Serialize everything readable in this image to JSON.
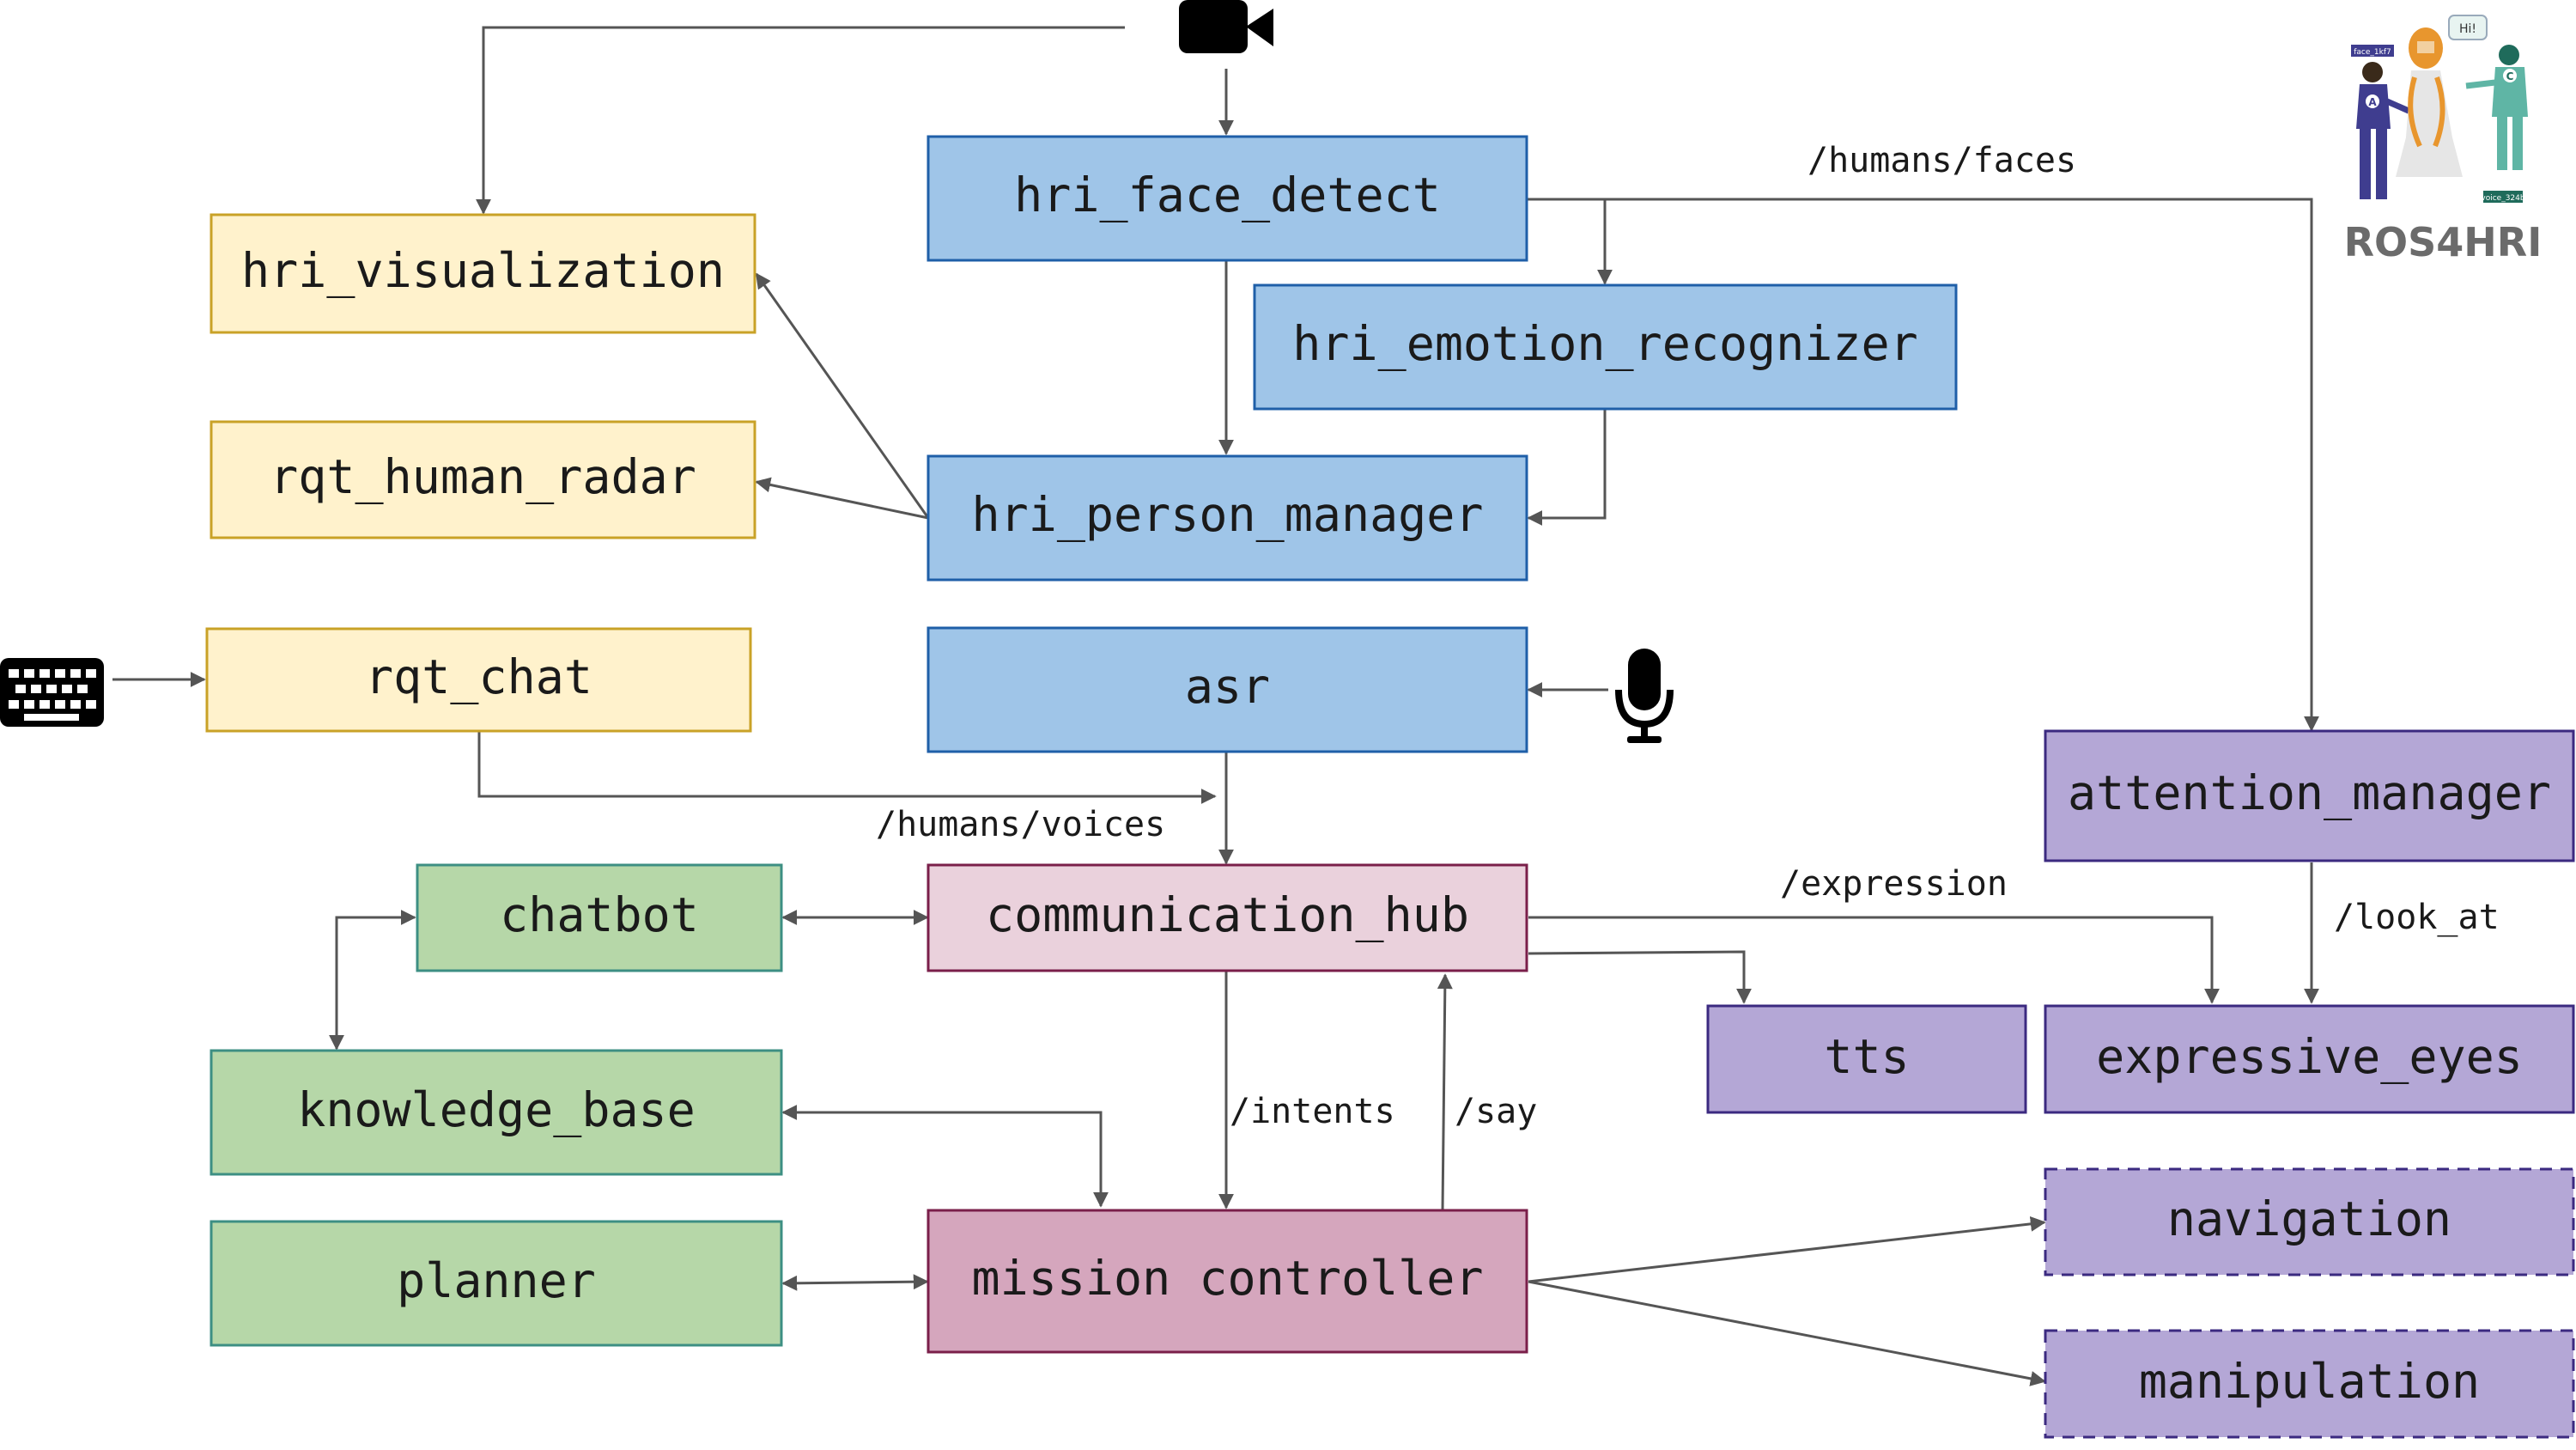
{
  "colors": {
    "perception_fill": "#9fc5e8",
    "perception_stroke": "#1f5fa8",
    "ui_fill": "#fff2cc",
    "ui_stroke": "#c9a227",
    "knowledge_fill": "#b6d7a8",
    "knowledge_stroke": "#3d8f83",
    "hub_fill": "#ead1dc",
    "hub_stroke": "#7a1f4a",
    "mission_fill": "#d5a6bd",
    "mission_stroke": "#7a1f4a",
    "action_fill": "#b4a7d6",
    "action_stroke": "#3b2a80",
    "edge": "#555555"
  },
  "nodes": {
    "hri_face_detect": "hri_face_detect",
    "hri_visualization": "hri_visualization",
    "hri_emotion_recognizer": "hri_emotion_recognizer",
    "rqt_human_radar": "rqt_human_radar",
    "hri_person_manager": "hri_person_manager",
    "rqt_chat": "rqt_chat",
    "asr": "asr",
    "attention_manager": "attention_manager",
    "chatbot": "chatbot",
    "communication_hub": "communication_hub",
    "knowledge_base": "knowledge_base",
    "tts": "tts",
    "expressive_eyes": "expressive_eyes",
    "planner": "planner",
    "mission_controller": "mission controller",
    "navigation": "navigation",
    "manipulation": "manipulation"
  },
  "edge_labels": {
    "humans_faces": "/humans/faces",
    "humans_voices": "/humans/voices",
    "expression": "/expression",
    "look_at": "/look_at",
    "intents": "/intents",
    "say": "/say"
  },
  "icons": {
    "camera": "camera-icon",
    "keyboard": "keyboard-icon",
    "microphone": "microphone-icon",
    "logo": "ros4hri-logo"
  },
  "logo": {
    "name": "ROS4HRI",
    "tag_face": "face_1kf7",
    "tag_voice": "voice_324b",
    "speech": "Hi!",
    "badge_a": "A",
    "badge_c": "C"
  }
}
